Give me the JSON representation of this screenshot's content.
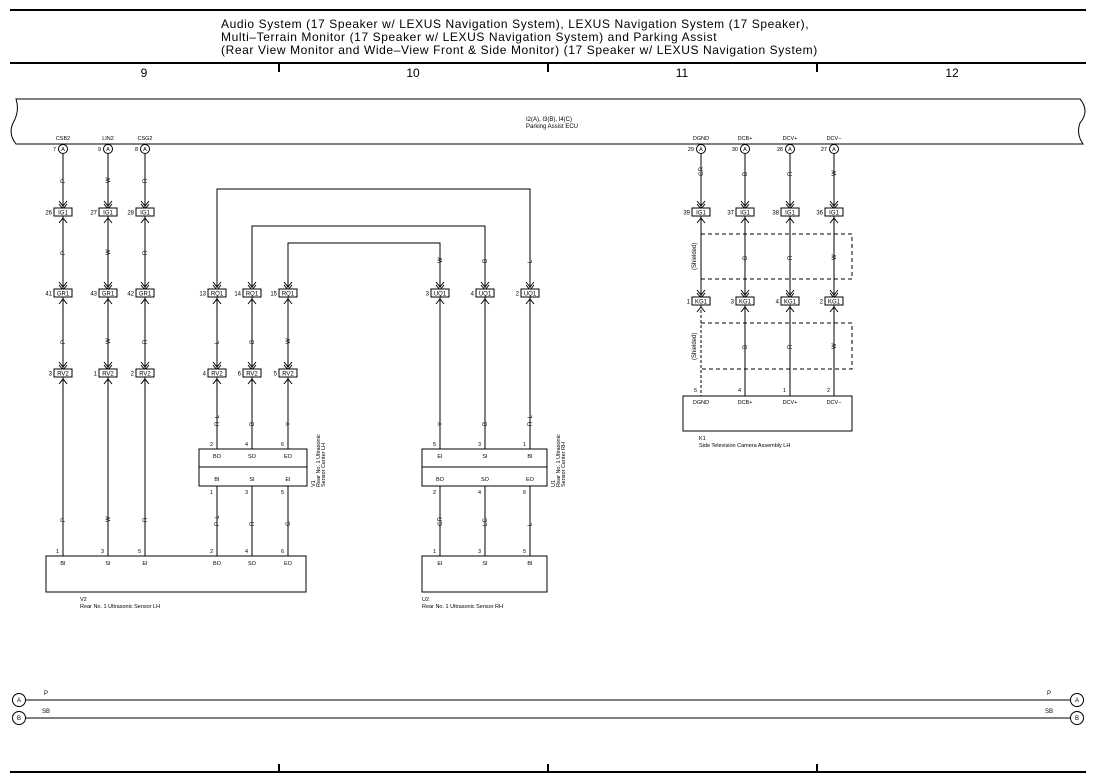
{
  "title": {
    "line1": "Audio System (17 Speaker w/ LEXUS Navigation System),  LEXUS Navigation System (17 Speaker),",
    "line2": "Multi–Terrain Monitor (17 Speaker w/ LEXUS Navigation System) and Parking Assist",
    "line3": "(Rear View Monitor and Wide–View Front & Side Monitor) (17 Speaker w/ LEXUS Navigation System)"
  },
  "columns": [
    "9",
    "10",
    "11",
    "12"
  ],
  "ecu": {
    "connectors": "I2(A), I3(B), I4(C)",
    "name": "Parking Assist ECU",
    "pins": [
      {
        "sig": "CSB2",
        "pin": "7",
        "conn": "A"
      },
      {
        "sig": "LIN2",
        "pin": "9",
        "conn": "A"
      },
      {
        "sig": "CSG2",
        "pin": "8",
        "conn": "A"
      },
      {
        "sig": "DGND",
        "pin": "29",
        "conn": "A"
      },
      {
        "sig": "DCB+",
        "pin": "30",
        "conn": "A"
      },
      {
        "sig": "DCV+",
        "pin": "28",
        "conn": "A"
      },
      {
        "sig": "DCV−",
        "pin": "27",
        "conn": "A"
      }
    ]
  },
  "wire_colors": {
    "csb2": [
      "P",
      "P",
      "P",
      "P"
    ],
    "lin2": [
      "W",
      "W",
      "W",
      "W"
    ],
    "csg2": [
      "R",
      "R",
      "R",
      "R"
    ],
    "rq1_13": [
      "L",
      "R–L",
      "P–L"
    ],
    "rq1_14": [
      "B",
      "B",
      "R"
    ],
    "rq1_15": [
      "W",
      "Y",
      "G"
    ],
    "uq1_3": [
      "W",
      "Y",
      "GR"
    ],
    "uq1_4": [
      "B",
      "B",
      "LG"
    ],
    "uq1_2": [
      "L",
      "R–L",
      "L"
    ],
    "cam": [
      "GR",
      "B",
      "R",
      "W"
    ],
    "cam_mid": [
      "B",
      "R",
      "W"
    ],
    "cam_low": [
      "B",
      "R",
      "W"
    ]
  },
  "connectors": {
    "ig1": [
      {
        "pin": "26",
        "id": "IG1"
      },
      {
        "pin": "27",
        "id": "IG1"
      },
      {
        "pin": "28",
        "id": "IG1"
      },
      {
        "pin": "39",
        "id": "IG1"
      },
      {
        "pin": "37",
        "id": "IG1"
      },
      {
        "pin": "38",
        "id": "IG1"
      },
      {
        "pin": "36",
        "id": "IG1"
      }
    ],
    "gr1": [
      {
        "pin": "41",
        "id": "GR1"
      },
      {
        "pin": "43",
        "id": "GR1"
      },
      {
        "pin": "42",
        "id": "GR1"
      }
    ],
    "rq1": [
      {
        "pin": "13",
        "id": "RQ1"
      },
      {
        "pin": "14",
        "id": "RQ1"
      },
      {
        "pin": "15",
        "id": "RQ1"
      }
    ],
    "uq1": [
      {
        "pin": "3",
        "id": "UQ1"
      },
      {
        "pin": "4",
        "id": "UQ1"
      },
      {
        "pin": "2",
        "id": "UQ1"
      }
    ],
    "kg1": [
      {
        "pin": "1",
        "id": "KG1"
      },
      {
        "pin": "3",
        "id": "KG1"
      },
      {
        "pin": "4",
        "id": "KG1"
      },
      {
        "pin": "2",
        "id": "KG1"
      }
    ],
    "rv2": [
      {
        "pin": "3",
        "id": "RV2"
      },
      {
        "pin": "1",
        "id": "RV2"
      },
      {
        "pin": "2",
        "id": "RV2"
      },
      {
        "pin": "4",
        "id": "RV2"
      },
      {
        "pin": "6",
        "id": "RV2"
      },
      {
        "pin": "5",
        "id": "RV2"
      }
    ]
  },
  "shielded": "(Shielded)",
  "camera": {
    "code": "K1",
    "name": "Side Television Camera Assembly LH",
    "pins": [
      "5",
      "4",
      "1",
      "2"
    ],
    "terms": [
      "DGND",
      "DCB+",
      "DCV+",
      "DCV−"
    ]
  },
  "v1": {
    "label_line1": "V1",
    "label_line2": "Rear No. 1 Ultrasonic",
    "label_line3": "Sensor Center LH",
    "top_pins": [
      "2",
      "4",
      "6"
    ],
    "top_terms": [
      "BO",
      "SO",
      "EO"
    ],
    "bot_terms": [
      "BI",
      "SI",
      "EI"
    ],
    "bot_pins": [
      "1",
      "3",
      "5"
    ]
  },
  "u1": {
    "label_line1": "U1",
    "label_line2": "Rear No. 1 Ultrasonic",
    "label_line3": "Sensor Center RH",
    "top_pins": [
      "5",
      "3",
      "1"
    ],
    "top_terms": [
      "EI",
      "SI",
      "BI"
    ],
    "bot_terms": [
      "BO",
      "SO",
      "EO"
    ],
    "bot_pins": [
      "2",
      "4",
      "6"
    ]
  },
  "v2": {
    "code": "V2",
    "name": "Rear No. 1 Ultrasonic Sensor LH",
    "pins": [
      "1",
      "3",
      "5",
      "2",
      "4",
      "6"
    ],
    "terms": [
      "BI",
      "SI",
      "EI",
      "BO",
      "SO",
      "EO"
    ]
  },
  "u2": {
    "code": "U2",
    "name": "Rear No. 1 Ultrasonic Sensor RH",
    "pins": [
      "1",
      "3",
      "5"
    ],
    "terms": [
      "EI",
      "SI",
      "BI"
    ]
  },
  "bus": {
    "a_label": "A",
    "b_label": "B",
    "a_color": "P",
    "b_color": "SB"
  }
}
